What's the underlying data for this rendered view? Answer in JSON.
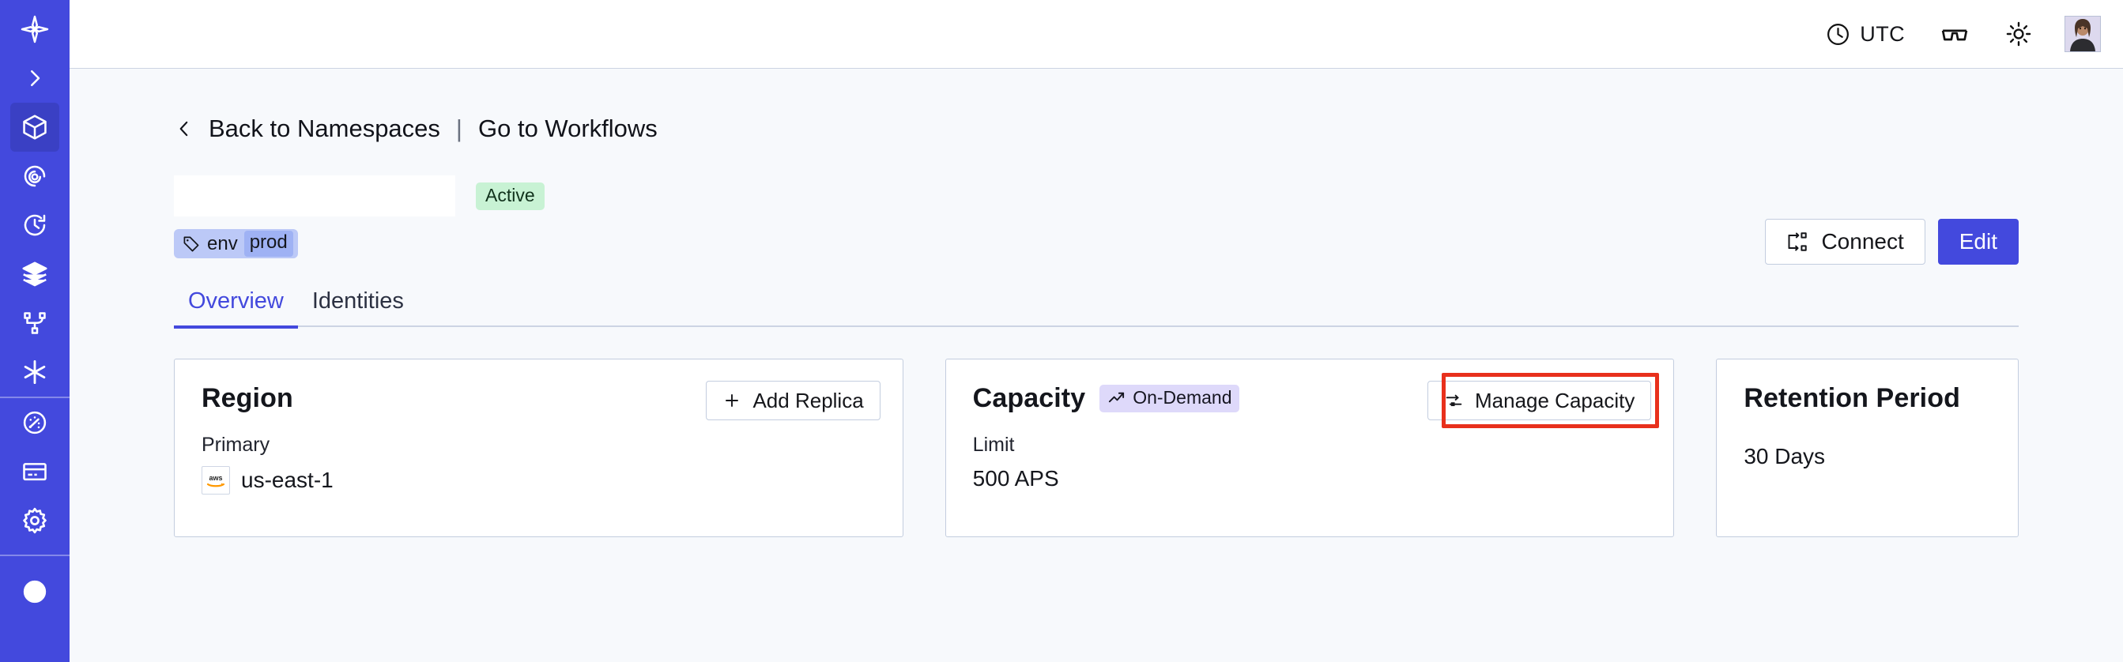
{
  "app": {
    "accent": "#4349dd",
    "sidebar_bg": "#4349dd",
    "page_bg": "#f7f9fc",
    "highlight_color": "#e8301c"
  },
  "sidebar": {
    "items": [
      {
        "name": "temporal-logo-icon",
        "label": "Temporal"
      },
      {
        "name": "chevron-right-icon",
        "label": "Expand navigation"
      },
      {
        "name": "cube-icon",
        "label": "Namespaces",
        "active": true
      },
      {
        "name": "eye-spiral-icon",
        "label": "Observability"
      },
      {
        "name": "history-clock-icon",
        "label": "History"
      },
      {
        "name": "layers-icon",
        "label": "Layers"
      },
      {
        "name": "branch-nodes-icon",
        "label": "Workflows"
      },
      {
        "name": "asterisk-icon",
        "label": "Integrations"
      },
      {
        "name": "gauge-icon",
        "label": "Usage"
      },
      {
        "name": "credit-card-icon",
        "label": "Billing"
      },
      {
        "name": "gear-icon",
        "label": "Settings"
      }
    ]
  },
  "header": {
    "timezone": "UTC",
    "timezone_icon": "clock-icon",
    "glasses_icon": "reading-glasses-icon",
    "theme_icon": "sun-icon",
    "avatar_icon": "user-avatar"
  },
  "breadcrumb": {
    "back_icon": "chevron-left-icon",
    "back_label": "Back to Namespaces",
    "separator": "|",
    "forward_label": "Go to Workflows"
  },
  "namespace": {
    "name": "",
    "name_redacted": true,
    "status": "Active",
    "tag": {
      "icon": "tag-icon",
      "key": "env",
      "value": "prod"
    }
  },
  "actions": {
    "connect_label": "Connect",
    "connect_icon": "connect-icon",
    "edit_label": "Edit"
  },
  "tabs": [
    {
      "label": "Overview",
      "active": true
    },
    {
      "label": "Identities",
      "active": false
    }
  ],
  "cards": {
    "region": {
      "title": "Region",
      "button_label": "Add Replica",
      "button_icon": "plus-icon",
      "sub_label": "Primary",
      "provider_icon": "aws-logo",
      "value": "us-east-1"
    },
    "capacity": {
      "title": "Capacity",
      "badge_label": "On-Demand",
      "badge_icon": "trend-up-icon",
      "button_label": "Manage Capacity",
      "button_icon": "sliders-icon",
      "sub_label": "Limit",
      "value": "500 APS",
      "highlighted": true
    },
    "retention": {
      "title": "Retention Period",
      "value": "30 Days"
    }
  }
}
